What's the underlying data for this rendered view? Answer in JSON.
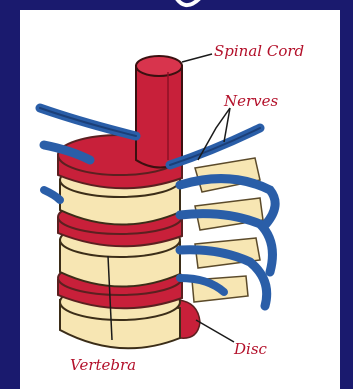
{
  "colors": {
    "background": "#1a1a6e",
    "panel": "#ffffff",
    "cord": "#c8203a",
    "cord_dark": "#8e1024",
    "vertebra": "#f7e6b3",
    "vertebra_shadow": "#e3c98a",
    "disc": "#c8203a",
    "nerve": "#2a5ea8",
    "label": "#b3102a"
  },
  "labels": {
    "spinal_cord": "Spinal Cord",
    "nerves": "Nerves",
    "disc": "Disc",
    "vertebra": "Vertebra"
  }
}
